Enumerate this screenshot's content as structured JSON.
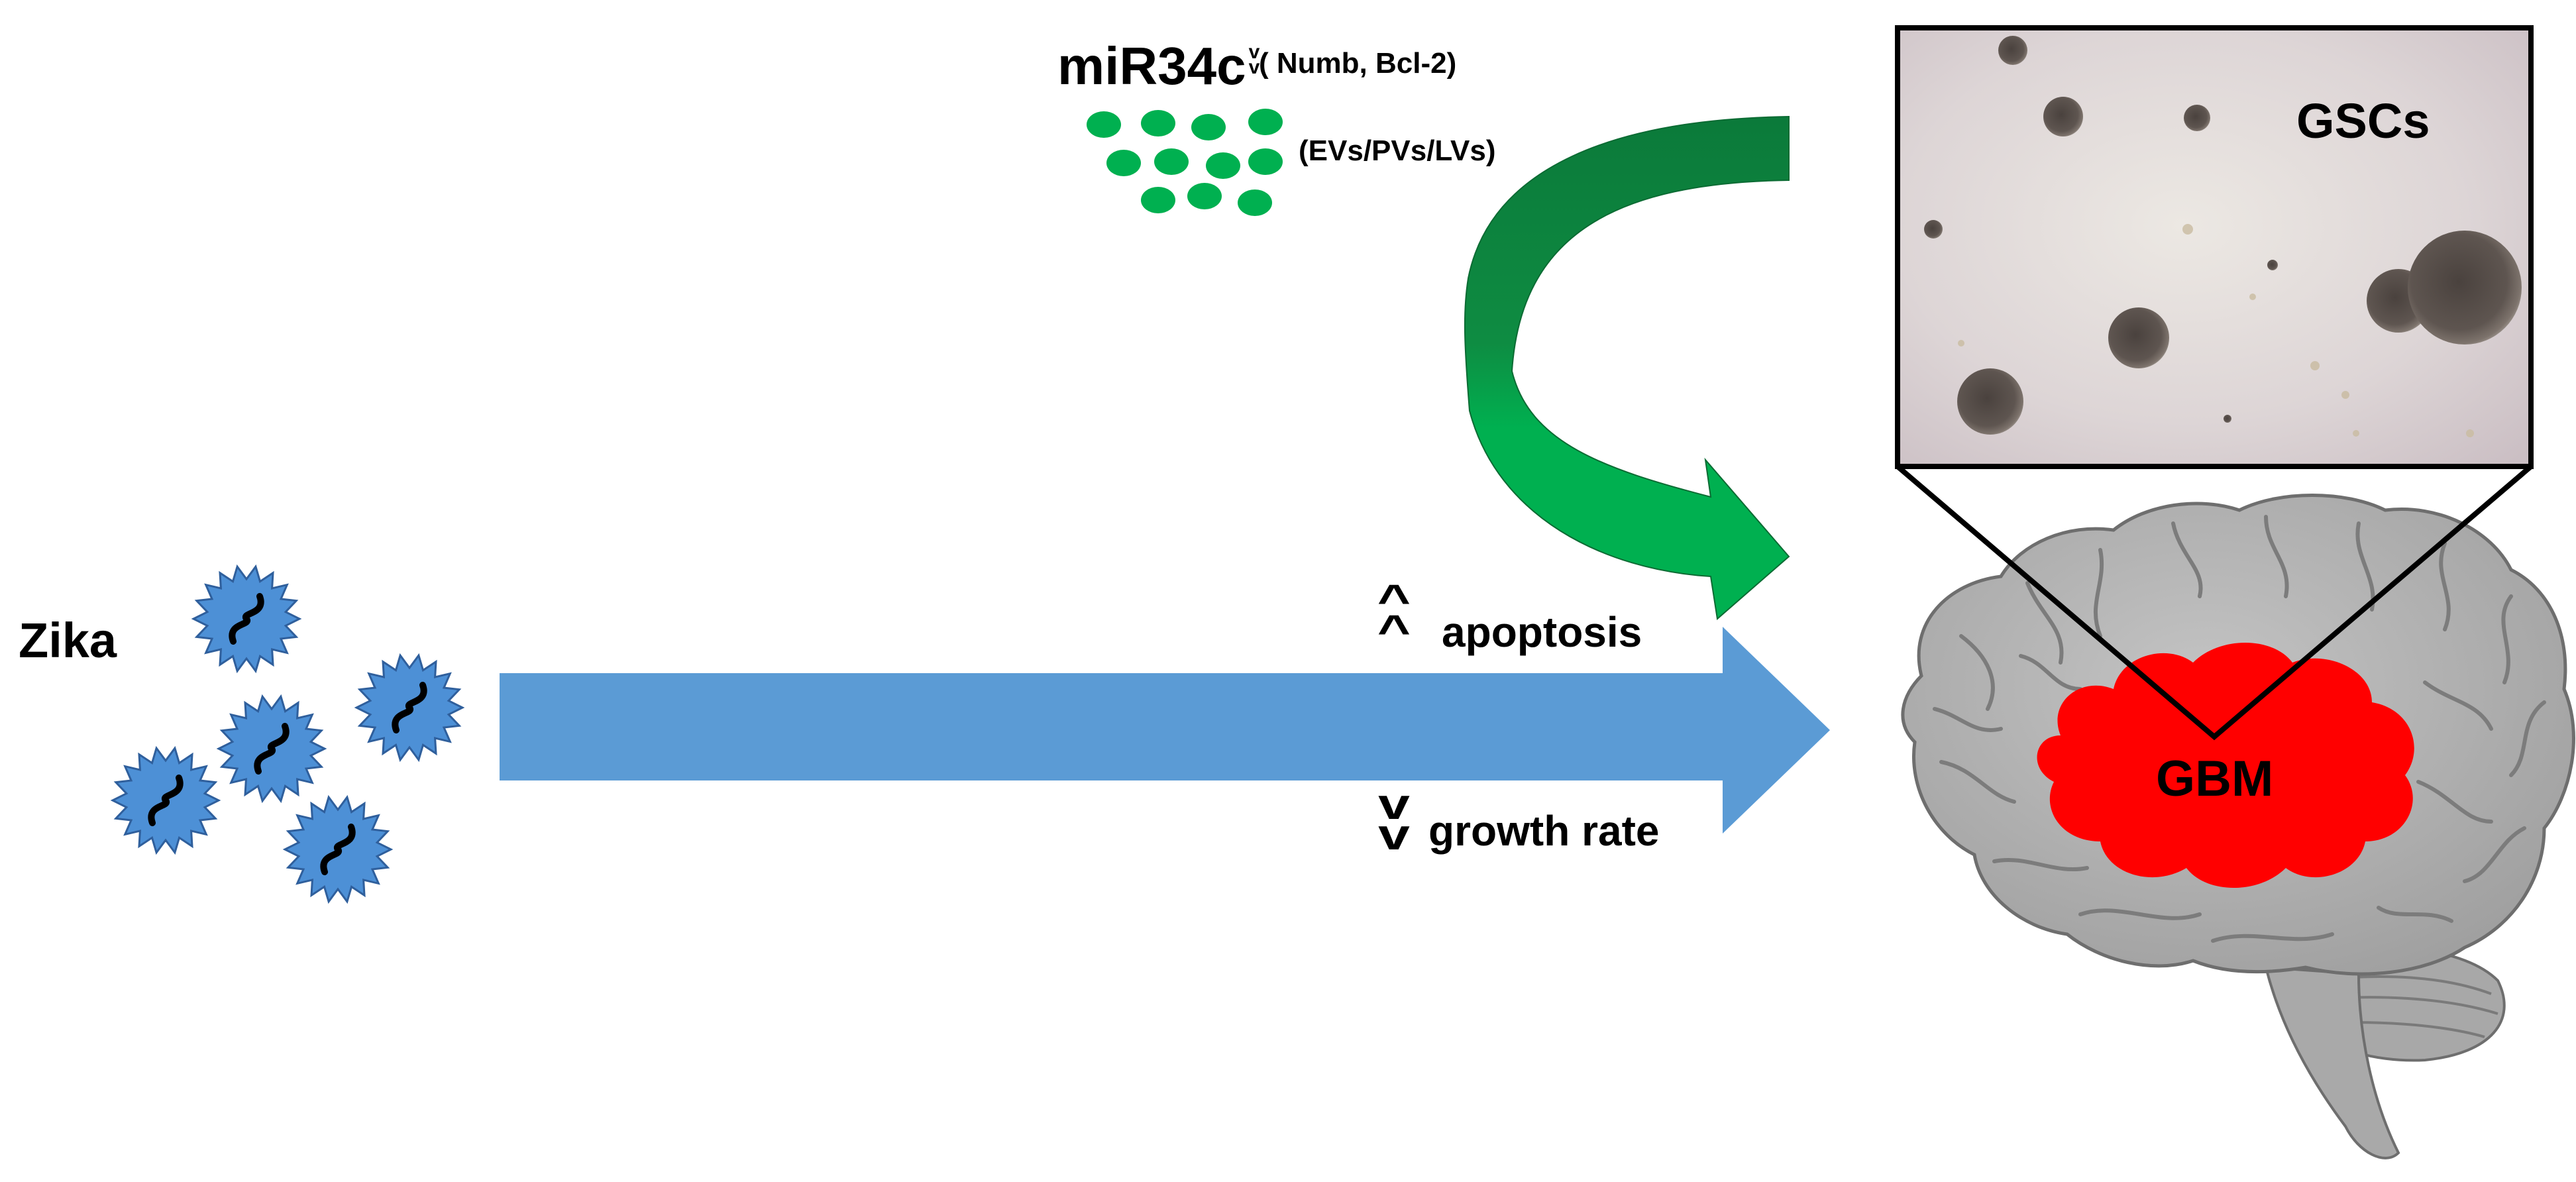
{
  "labels": {
    "mir": "miR34c",
    "mir_targets": "( Numb, Bcl-2)",
    "carriers": "(EVs/PVs/LVs)",
    "zika": "Zika",
    "apoptosis": "apoptosis",
    "growth_rate": "growth rate",
    "gscs": "GSCs",
    "gbm": "GBM"
  },
  "symbols": {
    "increase": "^",
    "decrease": "v"
  },
  "icons": {
    "virus": "zika-virus-icon",
    "vesicle": "vesicle-dot-icon",
    "brain": "brain-illustration",
    "micrograph": "gsc-neurosphere-micrograph"
  },
  "colors": {
    "blue_arrow": "#5B9BD5",
    "virus_fill": "#4D90D6",
    "vesicle_green": "#00B050",
    "curved_arrow_dark": "#0B7A3A",
    "curved_arrow_light": "#00B050",
    "tumor_red": "#FF0000",
    "brain_gray": "#B5B5B5"
  }
}
